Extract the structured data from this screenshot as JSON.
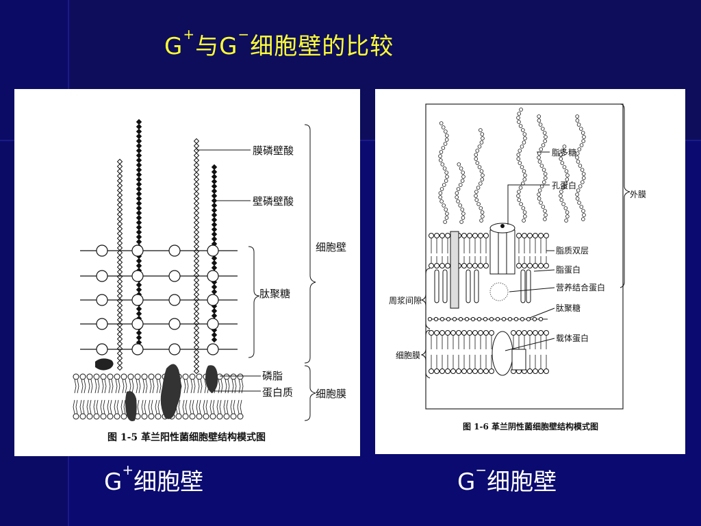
{
  "slide": {
    "title_main_1": "G",
    "title_sup_1": "+",
    "title_mid": "与G",
    "title_sup_2": "−",
    "title_tail": "细胞壁的比较",
    "colors": {
      "background": "#0a0a6e",
      "title": "#ffff33",
      "caption": "#ffffff"
    }
  },
  "gpos": {
    "labels": {
      "lta": "膜磷壁酸",
      "wta": "壁磷壁酸",
      "wall": "细胞壁",
      "pg": "肽聚糖",
      "pl": "磷脂",
      "prot": "蛋白质",
      "mem": "细胞膜"
    },
    "figcap": "图 1-5   革兰阳性菌细胞壁结构模式图",
    "caption_base": "G",
    "caption_sup": "+",
    "caption_tail": "细胞壁"
  },
  "gneg": {
    "labels": {
      "lps": "脂多糖",
      "porin": "孔蛋白",
      "om": "外膜",
      "lipid_bilayer": "脂质双层",
      "lipoprotein": "脂蛋白",
      "nbp": "营养结合蛋白",
      "pg": "肽聚糖",
      "periplasm": "周浆间隙",
      "carrier": "载体蛋白",
      "mem": "细胞膜"
    },
    "figcap": "图 1-6   革兰阴性菌细胞壁结构模式图",
    "caption_base": "G",
    "caption_sup": "−",
    "caption_tail": "细胞壁"
  }
}
